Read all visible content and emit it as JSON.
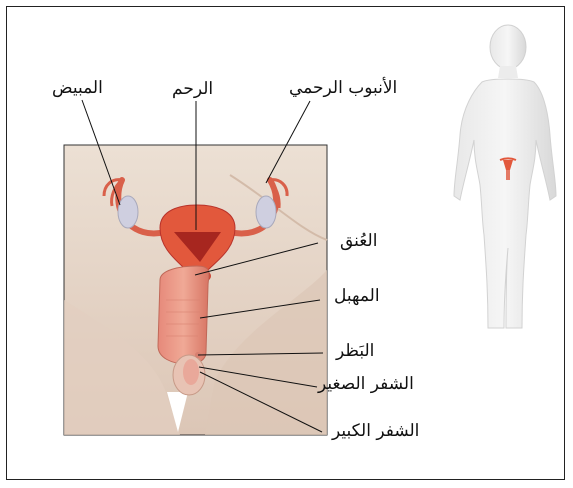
{
  "labels": {
    "ovary": "المبيض",
    "uterus": "الرحم",
    "fallopian_tube": "الأنبوب الرحمي",
    "cervix": "العُنق",
    "vagina": "المهبل",
    "clitoris": "البَظر",
    "labia_minora": "الشفر الصغير",
    "labia_majora": "الشفر الكبير"
  },
  "colors": {
    "organ_red": "#e2583c",
    "organ_dark": "#b8322a",
    "skin": "#e7d7c8",
    "skin_shade": "#d6bfae",
    "body_silhouette": "#dcdcdc",
    "leader_line": "#111111"
  },
  "icons": {
    "body_figure": "human-body-silhouette"
  }
}
